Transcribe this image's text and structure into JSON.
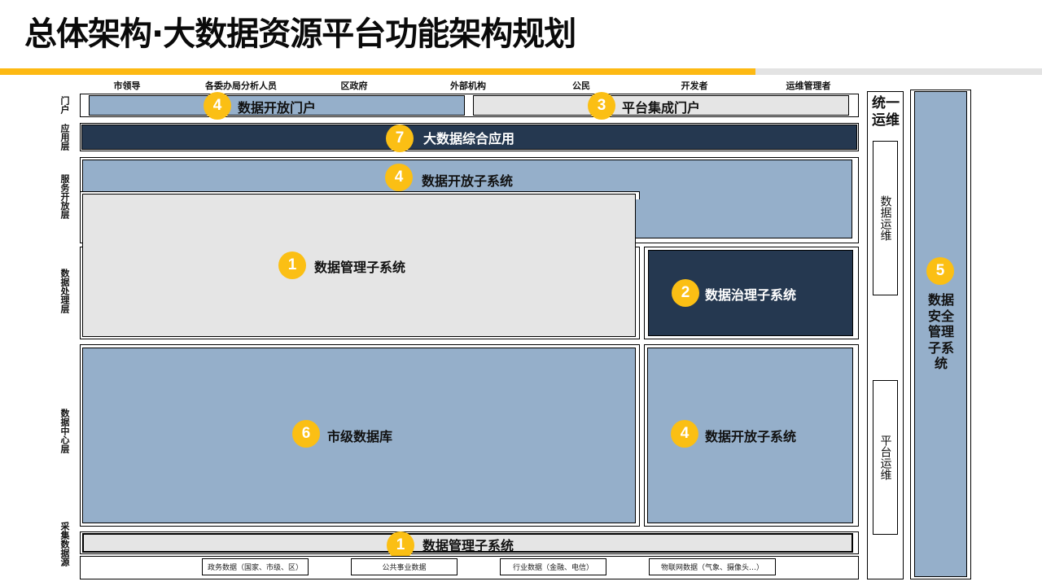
{
  "title": "总体架构·大数据资源平台功能架构规划",
  "colors": {
    "accent_yellow": "#fdb913",
    "badge_yellow": "#fbbf14",
    "steel_blue": "#95afca",
    "navy": "#253850",
    "light_grey": "#e5e5e5"
  },
  "users": [
    "市领导",
    "各委办局分析人员",
    "区政府",
    "外部机构",
    "公民",
    "开发者",
    "运维管理者"
  ],
  "layers": {
    "portal": "门户",
    "application": "应用层",
    "service_open": "服务开放层",
    "data_processing": "数据处理层",
    "data_center": "数据中心层",
    "collection_source": "采集数据源"
  },
  "boxes": {
    "open_portal": {
      "badge": "4",
      "label": "数据开放门户"
    },
    "integration_portal": {
      "badge": "3",
      "label": "平台集成门户"
    },
    "bigdata_app": {
      "badge": "7",
      "label": "大数据综合应用"
    },
    "open_subsystem_top": {
      "badge": "4",
      "label": "数据开放子系统"
    },
    "mgmt_subsystem": {
      "badge": "1",
      "label": "数据管理子系统"
    },
    "governance_subsystem": {
      "badge": "2",
      "label": "数据治理子系统"
    },
    "city_database": {
      "badge": "6",
      "label": "市级数据库"
    },
    "open_subsystem_center": {
      "badge": "4",
      "label": "数据开放子系统"
    },
    "mgmt_subsystem_bottom": {
      "badge": "1",
      "label": "数据管理子系统"
    },
    "security_subsystem": {
      "badge": "5",
      "label": "数据安全管理子系统"
    }
  },
  "ops": {
    "title": "统一运维",
    "data_ops": "数据运维",
    "platform_ops": "平台运维"
  },
  "sources": [
    "政务数据（国家、市级、区）",
    "公共事业数据",
    "行业数据（金融、电信）",
    "物联网数据（气象、摄像头…）"
  ]
}
